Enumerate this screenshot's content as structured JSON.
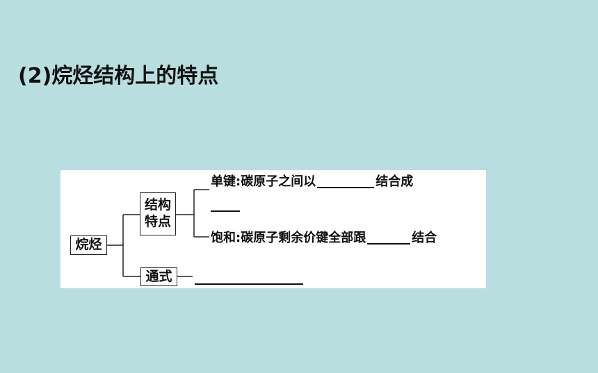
{
  "heading": "(2)烷烃结构上的特点",
  "diagram": {
    "root": "烷烃",
    "structure_box": [
      "结构",
      "特点"
    ],
    "formula_box": "通式",
    "single_bond": {
      "prefix": "单键:碳原子之间以",
      "suffix": "结合成"
    },
    "saturated": {
      "prefix": "饱和:碳原子剩余价键全部跟",
      "suffix": "结合"
    }
  }
}
